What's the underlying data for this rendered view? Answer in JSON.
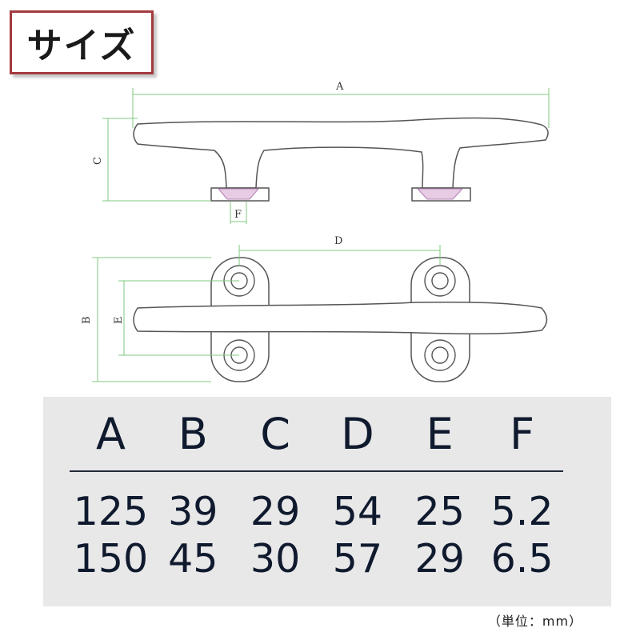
{
  "title": "サイズ",
  "dimension_labels": {
    "A": "A",
    "B": "B",
    "C": "C",
    "D": "D",
    "E": "E",
    "F": "F"
  },
  "size_table": {
    "headers": [
      "A",
      "B",
      "C",
      "D",
      "E",
      "F"
    ],
    "rows": [
      [
        "125",
        "39",
        "29",
        "54",
        "25",
        "5.2"
      ],
      [
        "150",
        "45",
        "30",
        "57",
        "29",
        "6.5"
      ]
    ]
  },
  "unit_note": "（単位：mm）",
  "colors": {
    "title_border": "#a33a3f",
    "dimension_line": "#7fc87f",
    "drawing_stroke": "#555555",
    "screw_fill": "#e8cbe4",
    "table_background": "#e8e8e9",
    "table_text": "#101a2e"
  }
}
